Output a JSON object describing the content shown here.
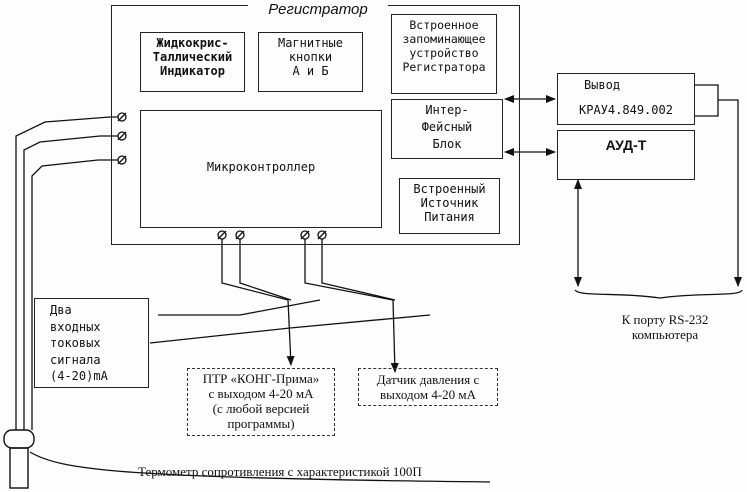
{
  "registrar": {
    "title": "Регистратор"
  },
  "lcd": {
    "label": "Жидкокрис-\nТаллический\nИндикатор"
  },
  "magnetic": {
    "label": "Магнитные\nкнопки\nА и Б"
  },
  "memory": {
    "label": "Встроенное\nзапоминающее\nустройство\nРегистратора"
  },
  "interface": {
    "label": "Интер-\nФейсный\nБлок"
  },
  "mcu": {
    "label": "Микроконтроллер"
  },
  "power": {
    "label": "Встроенный\nИсточник\nПитания"
  },
  "output": {
    "line1": "Вывод",
    "line2": "КРАУ4.849.002"
  },
  "aud": {
    "label": "АУД-Т"
  },
  "rs232": {
    "label": "К  порту RS-232\nкомпьютера"
  },
  "current_inputs": {
    "label": "Два\nвходных\nтоковых\nсигнала\n(4-20)mA"
  },
  "ptr": {
    "label": "ПТР «КОНГ-Прима»\nс выходом 4-20 мА\n(с любой версией\nпрограммы)"
  },
  "pressure": {
    "label": "Датчик давления с\nвыходом 4-20 мА"
  },
  "thermometer": {
    "label": "Термометр сопротивления с характеристикой 100П"
  },
  "terminal_symbol": "⌀"
}
